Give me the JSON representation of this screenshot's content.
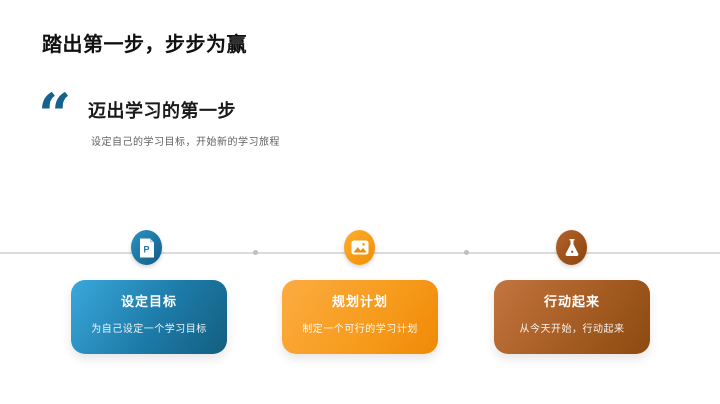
{
  "slide_title": "踏出第一步，步步为赢",
  "quote": {
    "mark": "“",
    "heading": "迈出学习的第一步",
    "subtitle": "设定自己的学习目标，开始新的学习旅程"
  },
  "timeline": {
    "steps": [
      {
        "icon": "ppt-file-icon",
        "icon_letter": "P",
        "title": "设定目标",
        "description": "为自己设定一个学习目标",
        "accent_color": "#1878a8",
        "card_gradient_from": "#3aa8dc",
        "card_gradient_to": "#135e80"
      },
      {
        "icon": "image-icon",
        "title": "规划计划",
        "description": "制定一个可行的学习计划",
        "accent_color": "#f89a0d",
        "card_gradient_from": "#fbac42",
        "card_gradient_to": "#f08a06"
      },
      {
        "icon": "flask-icon",
        "title": "行动起来",
        "description": "从今天开始，行动起来",
        "accent_color": "#9a5214",
        "card_gradient_from": "#c3753f",
        "card_gradient_to": "#8c4a10"
      }
    ]
  },
  "colors": {
    "background": "#ffffff",
    "title_text": "#111111",
    "quote_mark": "#15628c",
    "subtitle_text": "#5f5f5f",
    "timeline_line": "#dcdcdc",
    "timeline_dot": "#bfbfbf",
    "card_text": "#ffffff"
  }
}
